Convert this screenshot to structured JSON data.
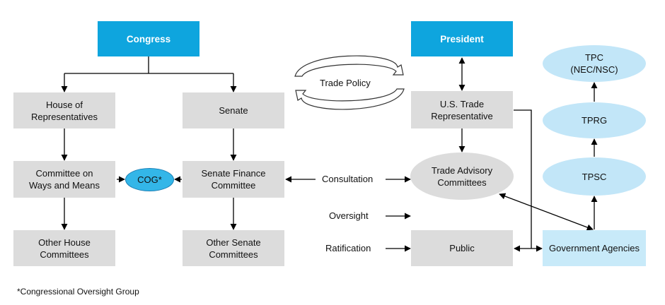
{
  "nodes": {
    "congress": "Congress",
    "president": "President",
    "house": "House of\nRepresentatives",
    "senate": "Senate",
    "ways_means": "Committee on\nWays and Means",
    "finance": "Senate Finance\nCommittee",
    "cog": "COG*",
    "other_house": "Other House\nCommittees",
    "other_senate": "Other Senate\nCommittees",
    "ustr": "U.S. Trade\nRepresentative",
    "advisory": "Trade Advisory\nCommittees",
    "public": "Public",
    "agencies": "Government Agencies",
    "tpc": "TPC\n(NEC/NSC)",
    "tprg": "TPRG",
    "tpsc": "TPSC"
  },
  "labels": {
    "trade_policy": "Trade Policy",
    "consultation": "Consultation",
    "oversight": "Oversight",
    "ratification": "Ratification"
  },
  "footnote": "*Congressional Oversight Group",
  "colors": {
    "header_blue": "#0ea5de",
    "box_gray": "#dcdcdc",
    "light_blue": "#c2e6f8",
    "cog_blue": "#33b6e8"
  }
}
